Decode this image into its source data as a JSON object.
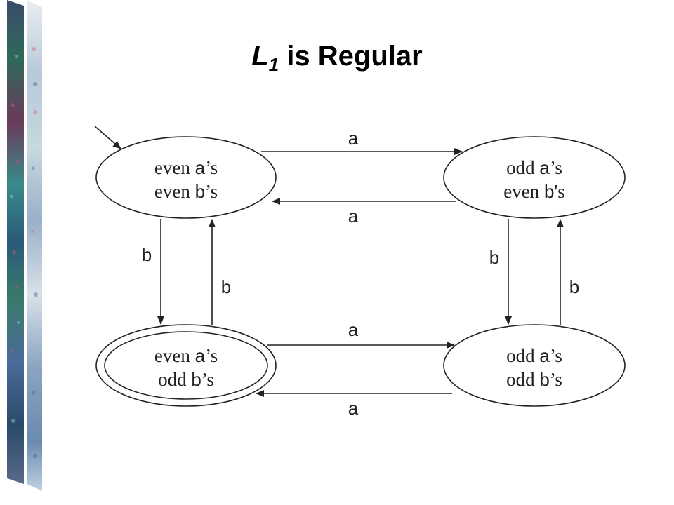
{
  "title": {
    "letter": "L",
    "subscript": "1",
    "rest": " is Regular"
  },
  "states": [
    {
      "id": "s_ea_eb",
      "line1_word": "even",
      "line1_sym": "a",
      "line1_suffix": "’s",
      "line2_word": "even",
      "line2_sym": "b",
      "line2_suffix": "’s",
      "start": true,
      "accepting": false
    },
    {
      "id": "s_oa_eb",
      "line1_word": "odd",
      "line1_sym": "a",
      "line1_suffix": "’s",
      "line2_word": "even",
      "line2_sym": "b",
      "line2_suffix": "'s",
      "start": false,
      "accepting": false
    },
    {
      "id": "s_ea_ob",
      "line1_word": "even",
      "line1_sym": "a",
      "line1_suffix": "’s",
      "line2_word": "odd",
      "line2_sym": "b",
      "line2_suffix": "’s",
      "start": false,
      "accepting": true
    },
    {
      "id": "s_oa_ob",
      "line1_word": "odd",
      "line1_sym": "a",
      "line1_suffix": "’s",
      "line2_word": "odd",
      "line2_sym": "b",
      "line2_suffix": "’s",
      "start": false,
      "accepting": false
    }
  ],
  "transitions": [
    {
      "from": "s_ea_eb",
      "to": "s_oa_eb",
      "label": "a"
    },
    {
      "from": "s_oa_eb",
      "to": "s_ea_eb",
      "label": "a"
    },
    {
      "from": "s_ea_eb",
      "to": "s_ea_ob",
      "label": "b"
    },
    {
      "from": "s_ea_ob",
      "to": "s_ea_eb",
      "label": "b"
    },
    {
      "from": "s_oa_eb",
      "to": "s_oa_ob",
      "label": "b"
    },
    {
      "from": "s_oa_ob",
      "to": "s_oa_eb",
      "label": "b"
    },
    {
      "from": "s_ea_ob",
      "to": "s_oa_ob",
      "label": "a"
    },
    {
      "from": "s_oa_ob",
      "to": "s_ea_ob",
      "label": "a"
    }
  ],
  "colors": {
    "stroke": "#222222",
    "text": "#222222"
  }
}
